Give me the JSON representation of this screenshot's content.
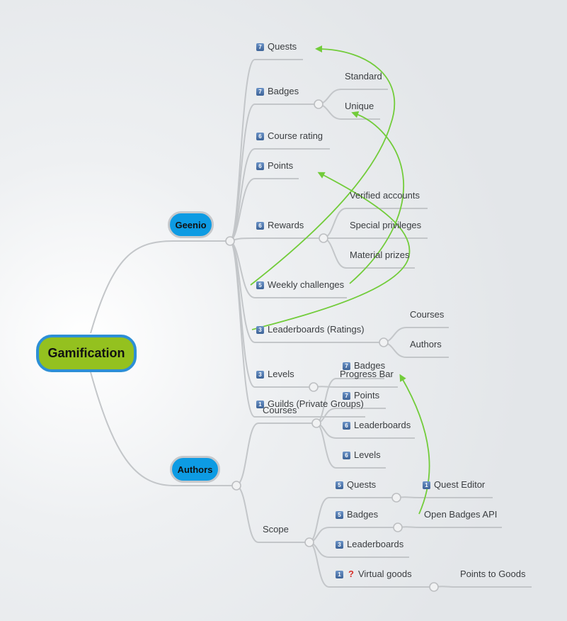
{
  "root": {
    "label": "Gamification",
    "color": "#94c11f",
    "border": "#2d8fd6"
  },
  "geenio": {
    "label": "Geenio",
    "color": "#0d9be3",
    "items": {
      "quests": {
        "priority": "7",
        "label": "Quests"
      },
      "badges": {
        "priority": "7",
        "label": "Badges",
        "children": {
          "standard": "Standard",
          "unique": "Unique"
        }
      },
      "course_rating": {
        "priority": "6",
        "label": "Course rating"
      },
      "points": {
        "priority": "6",
        "label": "Points"
      },
      "rewards": {
        "priority": "6",
        "label": "Rewards",
        "children": {
          "verified": "Verified accounts",
          "special": "Special privileges",
          "material": "Material prizes"
        }
      },
      "weekly": {
        "priority": "5",
        "label": "Weekly challenges"
      },
      "leaderboards": {
        "priority": "3",
        "label": "Leaderboards (Ratings)",
        "children": {
          "courses": "Courses",
          "authors": "Authors"
        }
      },
      "levels": {
        "priority": "3",
        "label": "Levels",
        "children": {
          "progress": "Progress Bar"
        }
      },
      "guilds": {
        "priority": "1",
        "label": "Guilds (Private Groups)"
      }
    }
  },
  "authors": {
    "label": "Authors",
    "color": "#0d9be3",
    "courses": {
      "label": "Courses",
      "items": {
        "badges": {
          "priority": "7",
          "label": "Badges"
        },
        "points": {
          "priority": "7",
          "label": "Points"
        },
        "leaderboards": {
          "priority": "6",
          "label": "Leaderboards"
        },
        "levels": {
          "priority": "6",
          "label": "Levels"
        }
      }
    },
    "scope": {
      "label": "Scope",
      "items": {
        "quests": {
          "priority": "5",
          "label": "Quests",
          "child_priority": "1",
          "child": "Quest Editor"
        },
        "badges": {
          "priority": "5",
          "label": "Badges",
          "child": "Open Badges API"
        },
        "leaderboards": {
          "priority": "3",
          "label": "Leaderboards"
        },
        "virtual": {
          "priority": "1",
          "question": "?",
          "label": "Virtual goods",
          "child": "Points to Goods"
        }
      }
    }
  },
  "colors": {
    "branch": "#c3c6c9",
    "relation": "#72cc3a",
    "priority_badge": "#4a72a8",
    "question_mark": "#d6312b"
  }
}
